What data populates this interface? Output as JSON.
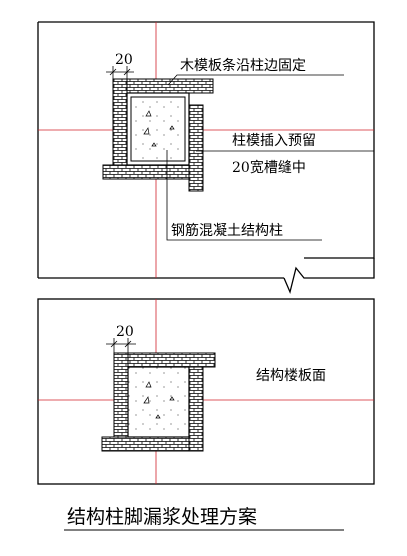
{
  "diagram": {
    "top_panel": {
      "dimension": "20",
      "label_board": "木模板条沿柱边固定",
      "label_slot_line1": "柱模插入预留",
      "label_slot_line2": "20宽槽缝中",
      "label_column": "钢筋混凝土结构柱"
    },
    "bottom_panel": {
      "dimension": "20",
      "label_slab": "结构楼板面"
    },
    "caption": "结构柱脚漏浆处理方案"
  },
  "colors": {
    "outline": "#000000",
    "center_line": "#d0202a",
    "hatch_fill": "#ffffff"
  }
}
